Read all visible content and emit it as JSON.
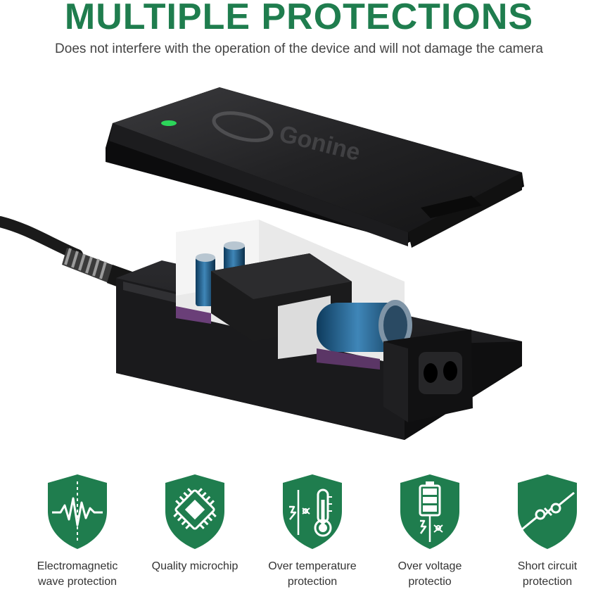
{
  "header": {
    "title": "MULTIPLE PROTECTIONS",
    "subtitle": "Does not interfere with the operation of the device and will not damage the camera"
  },
  "product": {
    "brand_logo": "Gonine"
  },
  "colors": {
    "accent": "#1f7d4e",
    "led": "#2cd65a",
    "case": "#1d1d1f"
  },
  "protections": [
    {
      "icon": "electromagnetic-wave-icon",
      "label": "Electromagnetic\nwave protection"
    },
    {
      "icon": "microchip-icon",
      "label": "Quality microchip"
    },
    {
      "icon": "thermometer-icon",
      "label": "Over temperature\nprotection"
    },
    {
      "icon": "battery-icon",
      "label": "Over voltage\nprotectio"
    },
    {
      "icon": "short-circuit-icon",
      "label": "Short circuit\nprotection"
    }
  ]
}
